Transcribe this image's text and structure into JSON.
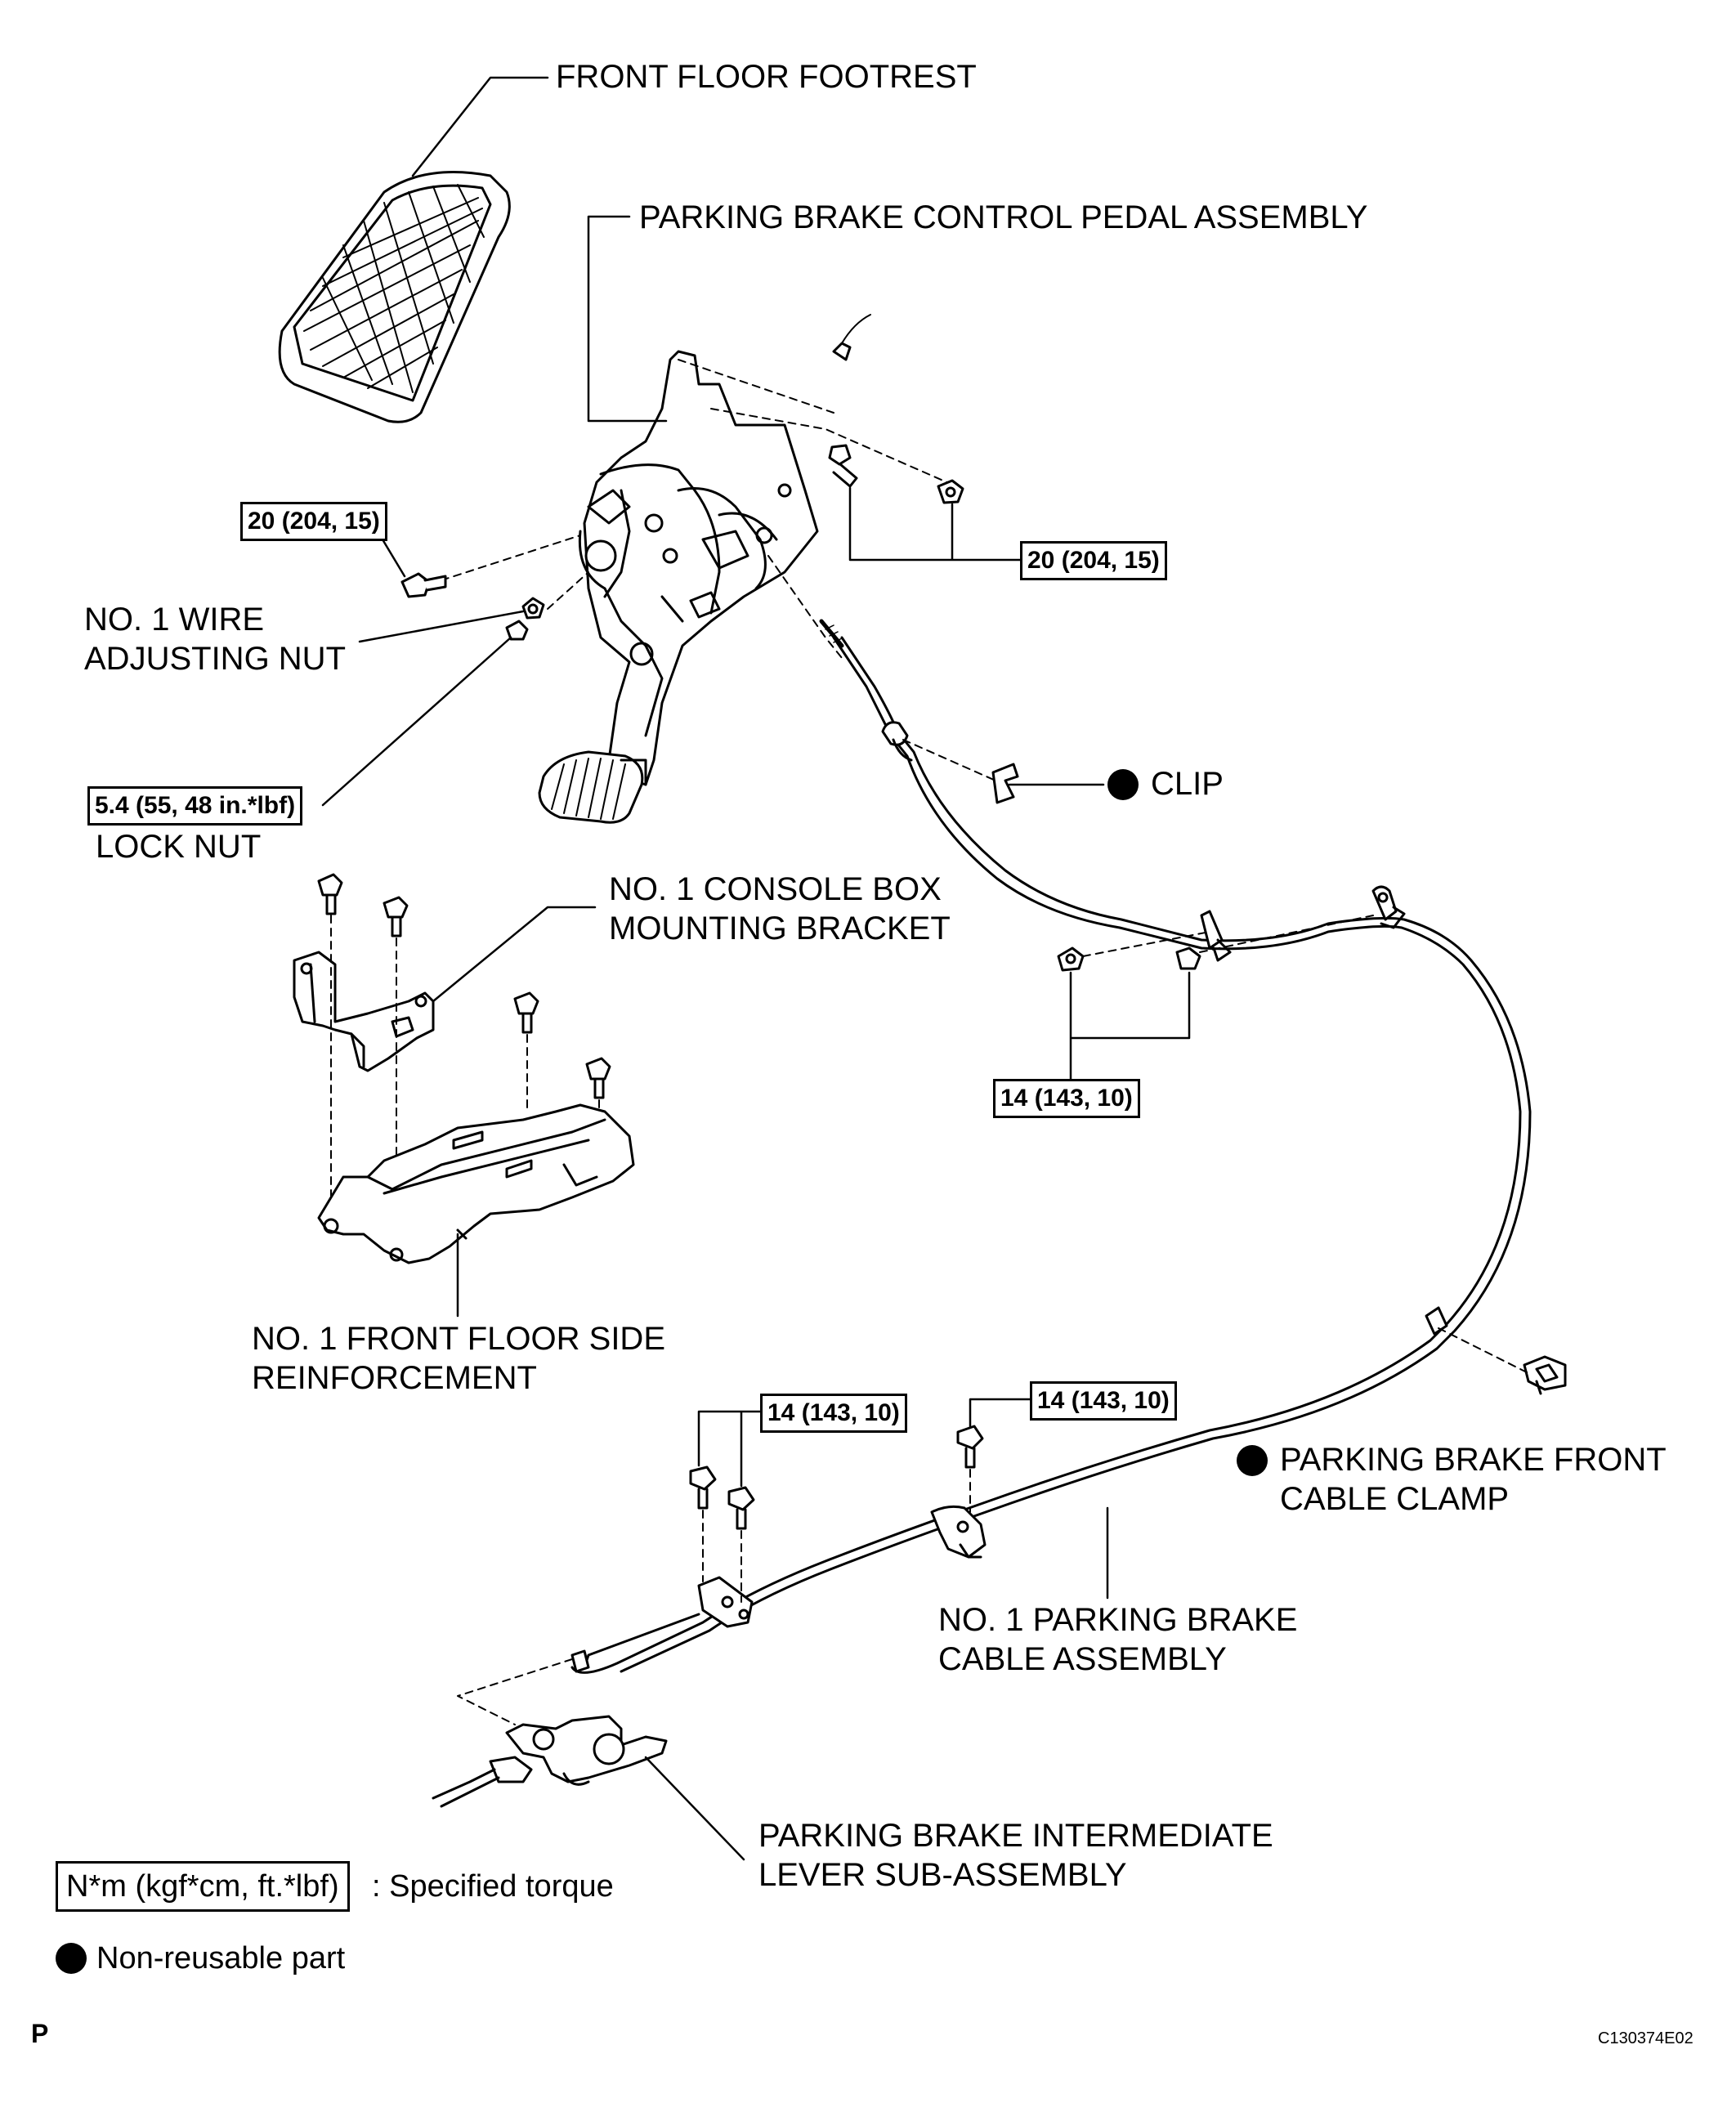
{
  "labels": {
    "front_floor_footrest": "FRONT FLOOR FOOTREST",
    "pedal_assembly": "PARKING BRAKE CONTROL PEDAL ASSEMBLY",
    "wire_adjusting_nut": [
      "NO. 1 WIRE",
      "ADJUSTING NUT"
    ],
    "lock_nut": "LOCK NUT",
    "clip": "CLIP",
    "console_bracket": [
      "NO. 1 CONSOLE BOX",
      "MOUNTING BRACKET"
    ],
    "floor_side_reinforcement": [
      "NO. 1 FRONT FLOOR SIDE",
      "REINFORCEMENT"
    ],
    "front_cable_clamp": [
      "PARKING BRAKE FRONT",
      "CABLE CLAMP"
    ],
    "cable_assembly": [
      "NO. 1 PARKING BRAKE",
      "CABLE ASSEMBLY"
    ],
    "intermediate_lever": [
      "PARKING BRAKE INTERMEDIATE",
      "LEVER SUB-ASSEMBLY"
    ]
  },
  "torques": {
    "pedal_left_bolt": "20 (204, 15)",
    "pedal_right_bolts": "20 (204, 15)",
    "lock_nut": "5.4 (55, 48 in.*lbf)",
    "cable_nuts": "14 (143, 10)",
    "cable_bolts_left": "14 (143, 10)",
    "cable_bolt_right": "14 (143, 10)"
  },
  "legend": {
    "torque_unit": "N*m (kgf*cm, ft.*lbf)",
    "torque_desc": ": Specified torque",
    "nonreusable": "Non-reusable part"
  },
  "footer": {
    "page_mark": "P",
    "figure_id": "C130374E02"
  }
}
